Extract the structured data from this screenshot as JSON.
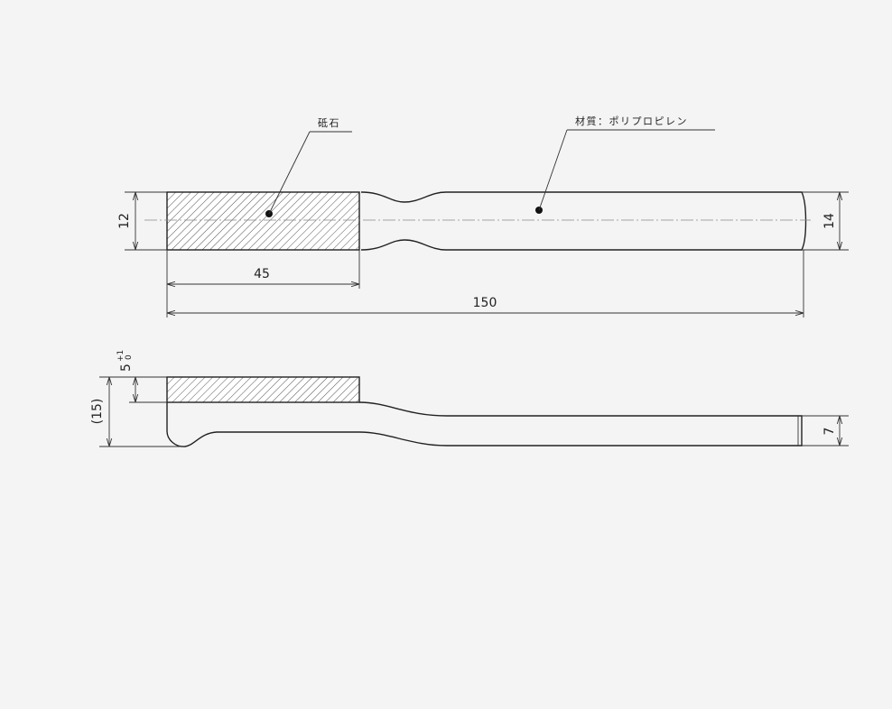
{
  "labels": {
    "grindstone": "砥石",
    "material": "材質：ポリプロピレン"
  },
  "dimensions": {
    "stone_length": "45",
    "total_length": "150",
    "stone_width": "12",
    "handle_width": "14",
    "overall_height": "(15)",
    "stone_thickness": "5",
    "stone_thickness_tol_upper": "+1",
    "stone_thickness_tol_lower": "0",
    "handle_thickness": "7"
  },
  "colors": {
    "line": "#222222",
    "hatch": "#555555",
    "background": "#f4f4f4"
  }
}
